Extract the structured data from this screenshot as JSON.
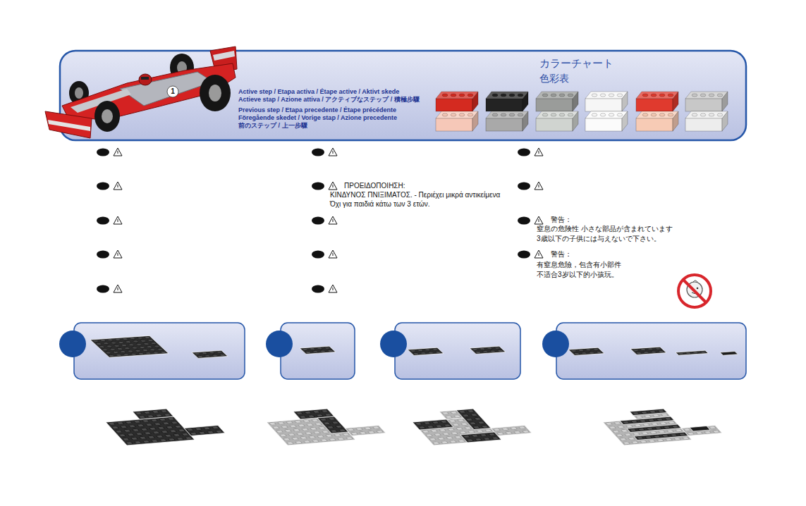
{
  "diagram": {
    "nodes": [
      {
        "text": [
          "Active step / Etapa activa / Étape active / Aktivt skede Actieve stap / Azione attiva / アクティブなステップ / 積極步驟",
          "Previous step / Etapa precedente / Étape précédente Föregående skedet / Vorige stap / Azione precedente 前のステップ / 上一步驟",
          "カラーチャート",
          "色彩表"
        ]
      }
    ],
    "labels": [
      "1",
      "ΠΡΟΕΙΔΟΠΟΙΗΣΗ:",
      "ΚΙΝΔΥΝΟΣ ΠΝΙΞΙΜΑΤΟΣ. - Περιέχει μικρά αντικείμενα Όχι για παιδιά κάτω των 3 ετών.",
      "警告：",
      "窒息の危険性 小さな部品が含まれています 3歳以下の子供には与えないで下さい。",
      "警告：",
      "有窒息危險，包含有小部件 不适合3岁以下的小孩玩。"
    ]
  }
}
